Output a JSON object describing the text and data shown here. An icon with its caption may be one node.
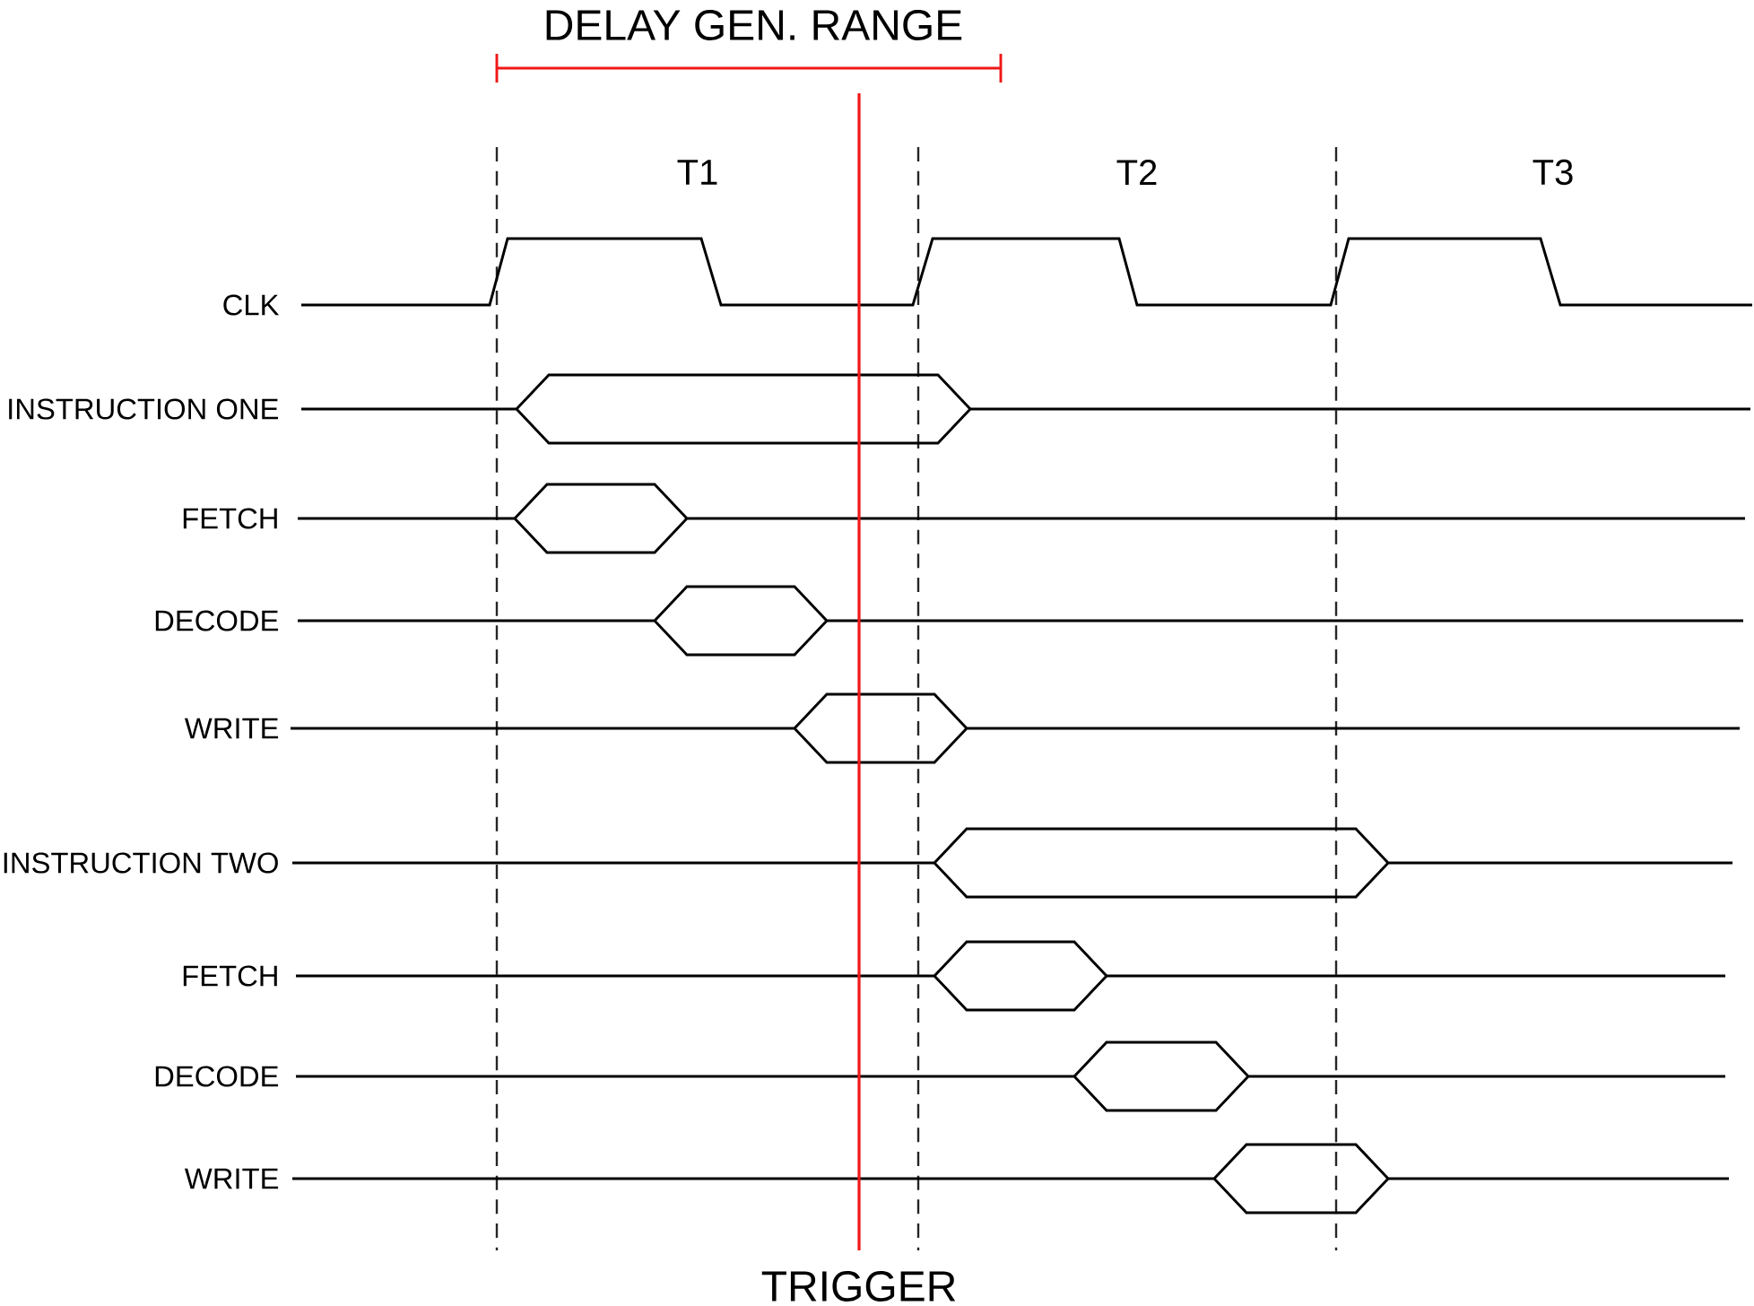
{
  "diagram": {
    "labels": [
      "DELAY GEN. RANGE",
      "T1",
      "T2",
      "T3",
      "CLK",
      "INSTRUCTION ONE",
      "FETCH",
      "DECODE",
      "WRITE",
      "INSTRUCTION TWO",
      "FETCH",
      "DECODE",
      "WRITE",
      "TRIGGER"
    ]
  }
}
